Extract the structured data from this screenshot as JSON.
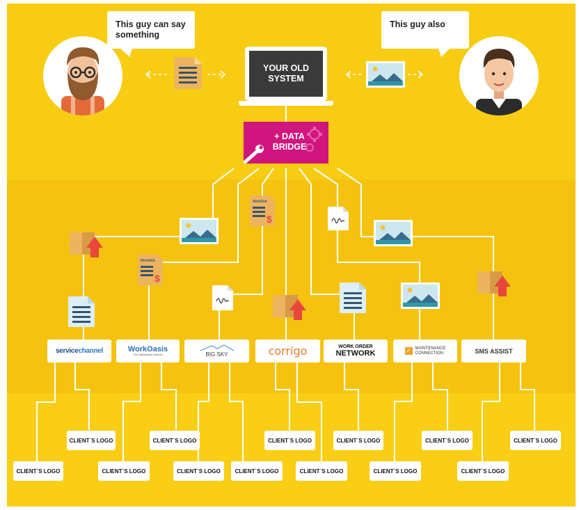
{
  "speech_left": "This guy can say something",
  "speech_right": "This guy also",
  "old_system": {
    "line1": "YOUR OLD",
    "line2": "SYSTEM"
  },
  "data_bridge": {
    "line1": "+ DATA",
    "line2": "BRIDGE"
  },
  "platforms": {
    "servicechannel": {
      "part1": "service",
      "part2": "channel"
    },
    "workoasis": {
      "name": "WorkOasis",
      "tagline": "Your Maintenance Network"
    },
    "bigsky": "BIG SKY",
    "corrigo": "corrigo",
    "workordernetwork": {
      "line1": "WORK ORDER",
      "line2": "NETWORK"
    },
    "maintenanceconnection": {
      "line1": "MAINTENANCE",
      "line2": "CONNECTION"
    },
    "smsassist": "SMS ASSIST"
  },
  "client_label": "CLIENT`S LOGO",
  "invoice_label": "Invoice",
  "colors": {
    "yellow": "#F8CC12",
    "magenta": "#D1157F",
    "folder": "#EDB45F",
    "arrow": "#E8473C",
    "doc": "#DCEEF7",
    "doc_line": "#35556E"
  }
}
